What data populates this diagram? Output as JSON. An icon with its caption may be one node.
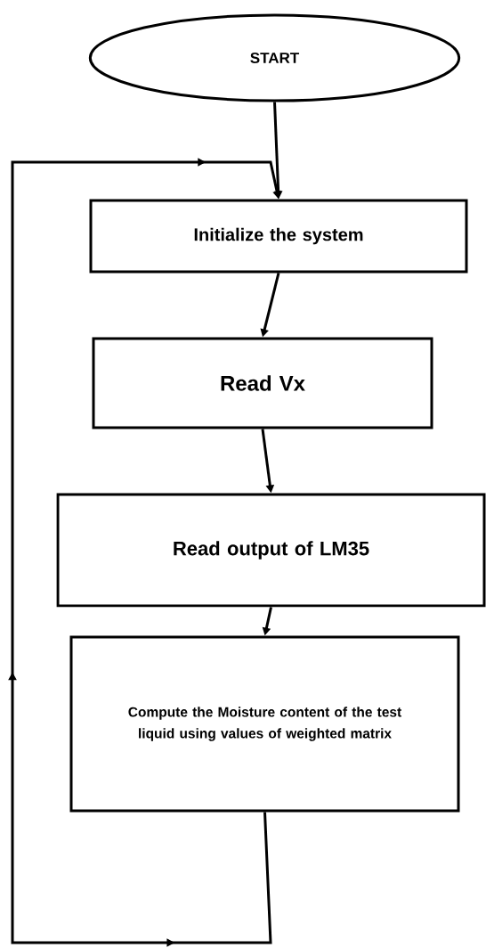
{
  "diagram": {
    "nodes": [
      {
        "text": [
          "START"
        ]
      },
      {
        "text": [
          "Initialize the system"
        ]
      },
      {
        "text": [
          "Read Vx"
        ]
      },
      {
        "text": [
          "Read output of LM35"
        ]
      },
      {
        "text": [
          "Compute the Moisture content of the test liquid using values of weighted matrix"
        ]
      }
    ],
    "edges": [
      {
        "from": 0,
        "to": 1,
        "arrow": "to"
      },
      {
        "from": 1,
        "to": 2,
        "arrow": "to"
      },
      {
        "from": 2,
        "to": 3,
        "arrow": "to"
      },
      {
        "from": 3,
        "to": 4,
        "arrow": "to"
      },
      {
        "from": 4,
        "to": 1,
        "arrow": "to"
      }
    ]
  }
}
